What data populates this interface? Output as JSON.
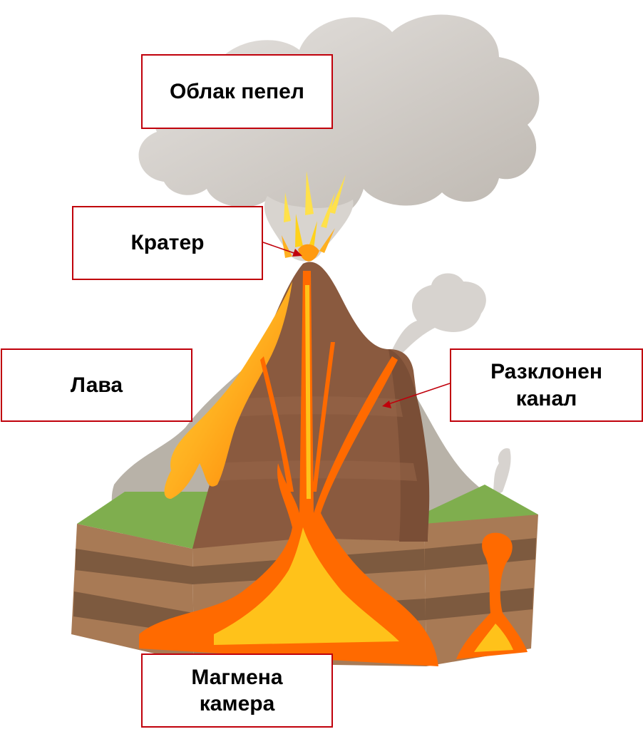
{
  "labels": {
    "ash_cloud": "Облак пепел",
    "crater": "Кратер",
    "lava": "Лава",
    "side_vent": "Разклонен\nканал",
    "magma_chamber": "Магмена\nкамера"
  },
  "colors": {
    "label_border": "#c0000b",
    "arrow": "#c0000b",
    "ash": "#c9c5c0",
    "cone": "#8a5a3f",
    "lava_orange": "#ff6a00",
    "lava_yellow": "#ffc21a",
    "grass": "#7fae4e",
    "strata_light": "#a87a55",
    "strata_dark": "#7d5a3f"
  }
}
